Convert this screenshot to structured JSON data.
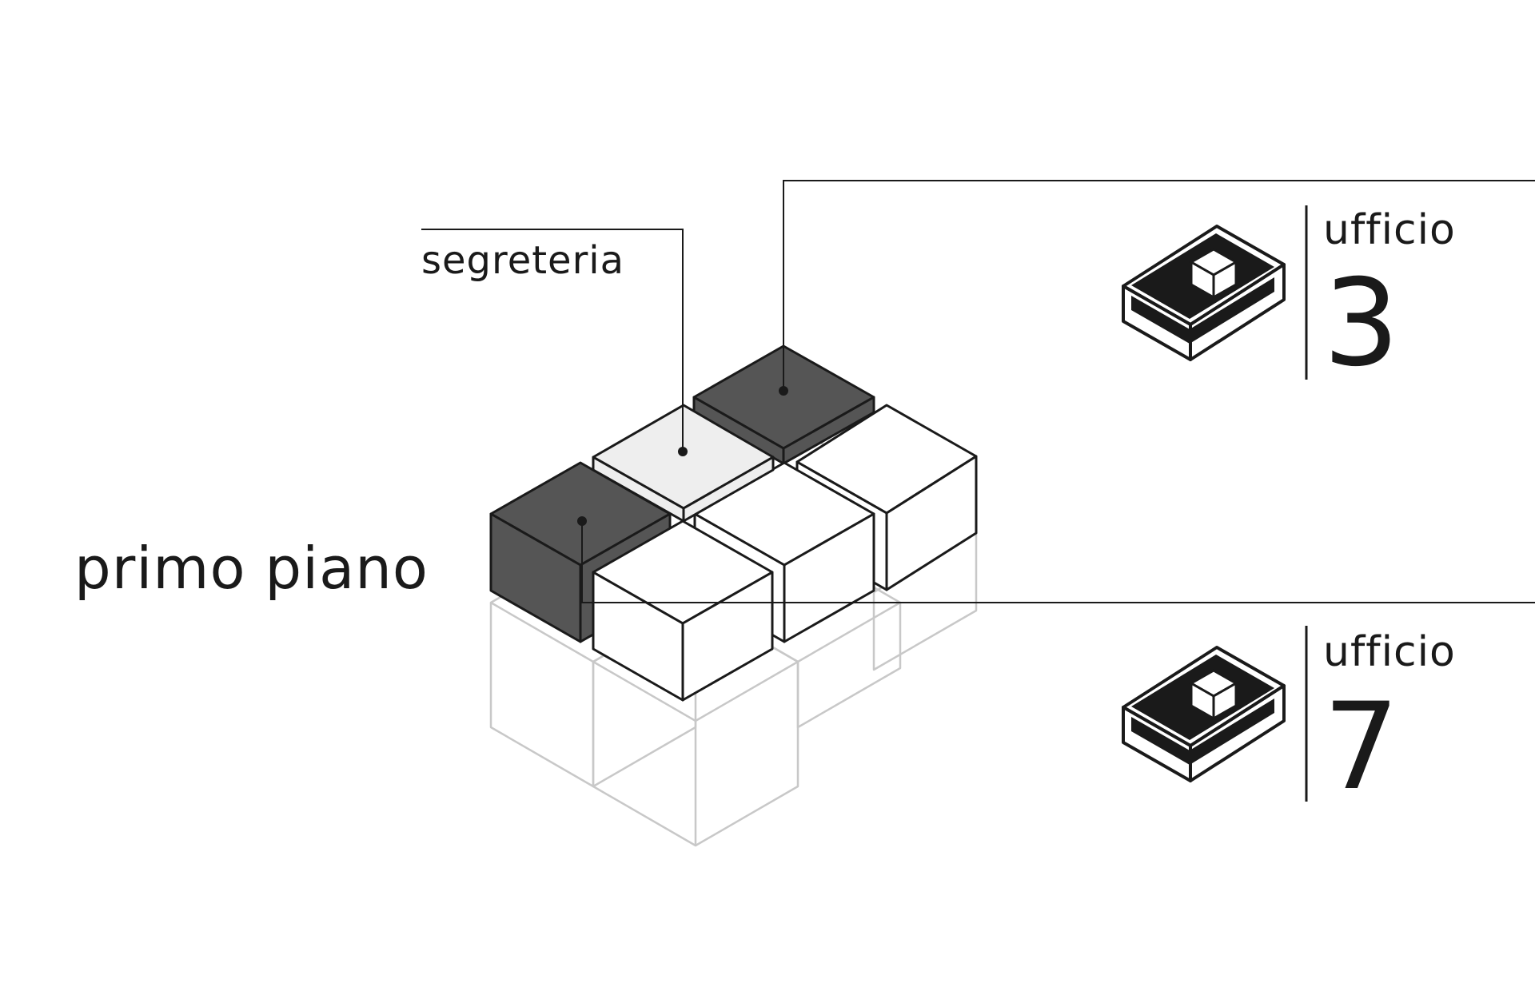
{
  "diagram": {
    "floor_label": "primo piano",
    "rooms": [
      {
        "id": "segreteria",
        "label": "segreteria",
        "fill": "#eeeeee"
      },
      {
        "id": "ufficio-3",
        "word": "ufficio",
        "number": "3",
        "fill": "#555555"
      },
      {
        "id": "ufficio-7",
        "word": "ufficio",
        "number": "7",
        "fill": "#555555"
      }
    ],
    "colors": {
      "ink": "#1a1a1a",
      "dark_block": "#555555",
      "light_block": "#eeeeee",
      "ghost": "#c8c8c8",
      "white": "#ffffff"
    }
  }
}
